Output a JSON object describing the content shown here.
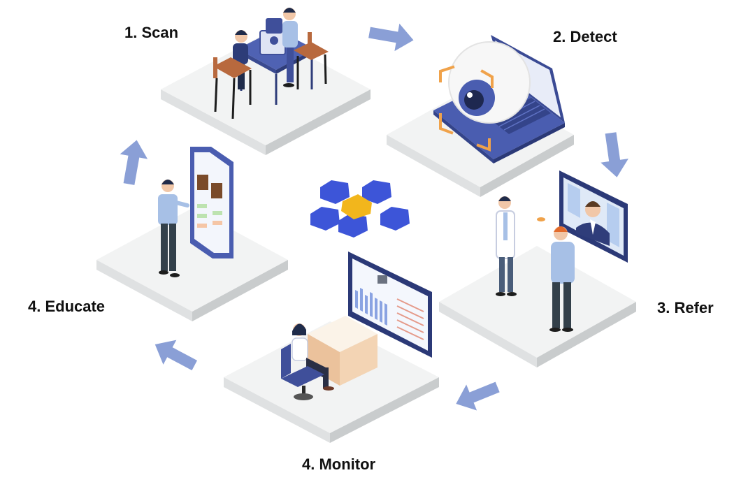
{
  "steps": [
    {
      "id": "scan",
      "label": "1. Scan",
      "icon": "eye-scan-station-icon"
    },
    {
      "id": "detect",
      "label": "2. Detect",
      "icon": "eye-detect-laptop-icon"
    },
    {
      "id": "refer",
      "label": "3. Refer",
      "icon": "doctor-teleconsult-icon"
    },
    {
      "id": "monitor",
      "label": "4. Monitor",
      "icon": "dashboard-monitor-icon"
    },
    {
      "id": "educate",
      "label": "4. Educate",
      "icon": "mobile-education-icon"
    }
  ],
  "center": {
    "icon": "hexagon-flower-logo-icon"
  },
  "colors": {
    "arrow": "#8a9fd6",
    "platform_top": "#f2f3f3",
    "platform_side": "#c9cccd",
    "navy": "#3f4f9a",
    "accent_orange": "#f0a24a",
    "logo_blue": "#3d55d8",
    "logo_yellow": "#f2b61c",
    "text": "#111111"
  }
}
